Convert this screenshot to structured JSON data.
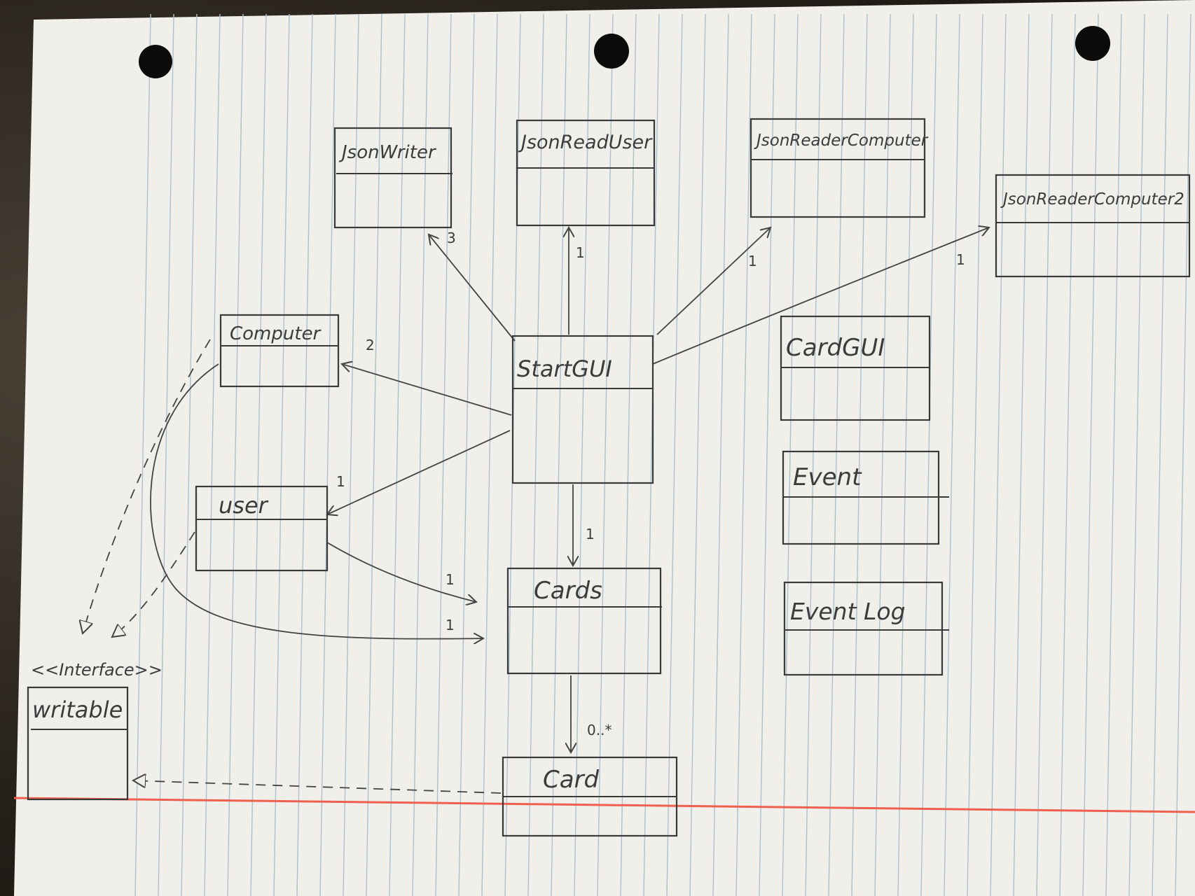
{
  "diagram": {
    "classes": [
      {
        "id": "jsonwriter",
        "name": "JsonWriter"
      },
      {
        "id": "jsonreaduser",
        "name": "JsonReadUser"
      },
      {
        "id": "jsonreadercomputer",
        "name": "JsonReaderComputer"
      },
      {
        "id": "jsonreadercomputer2",
        "name": "JsonReaderComputer2"
      },
      {
        "id": "computer",
        "name": "Computer"
      },
      {
        "id": "startgui",
        "name": "StartGUI"
      },
      {
        "id": "cardgui",
        "name": "CardGUI"
      },
      {
        "id": "user",
        "name": "user"
      },
      {
        "id": "event",
        "name": "Event"
      },
      {
        "id": "cards",
        "name": "Cards"
      },
      {
        "id": "eventlog",
        "name": "Event Log"
      },
      {
        "id": "writable",
        "name": "writable"
      },
      {
        "id": "card",
        "name": "Card"
      }
    ],
    "stereotype": "<<Interface>>",
    "multiplicities": {
      "jsonwriter": "3",
      "jsonreaduser": "1",
      "jsonreadercomputer": "1",
      "jsonreadercomputer2": "1",
      "computer": "2",
      "user": "1",
      "cards_from_startgui": "1",
      "cards_from_user": "1",
      "cards_from_computer": "1",
      "card": "0..*"
    }
  },
  "colors": {
    "paper": "#f1efea",
    "ruled_line": "#a9c1cf",
    "margin_line": "#f0604f",
    "ink": "#3a3a3a"
  }
}
